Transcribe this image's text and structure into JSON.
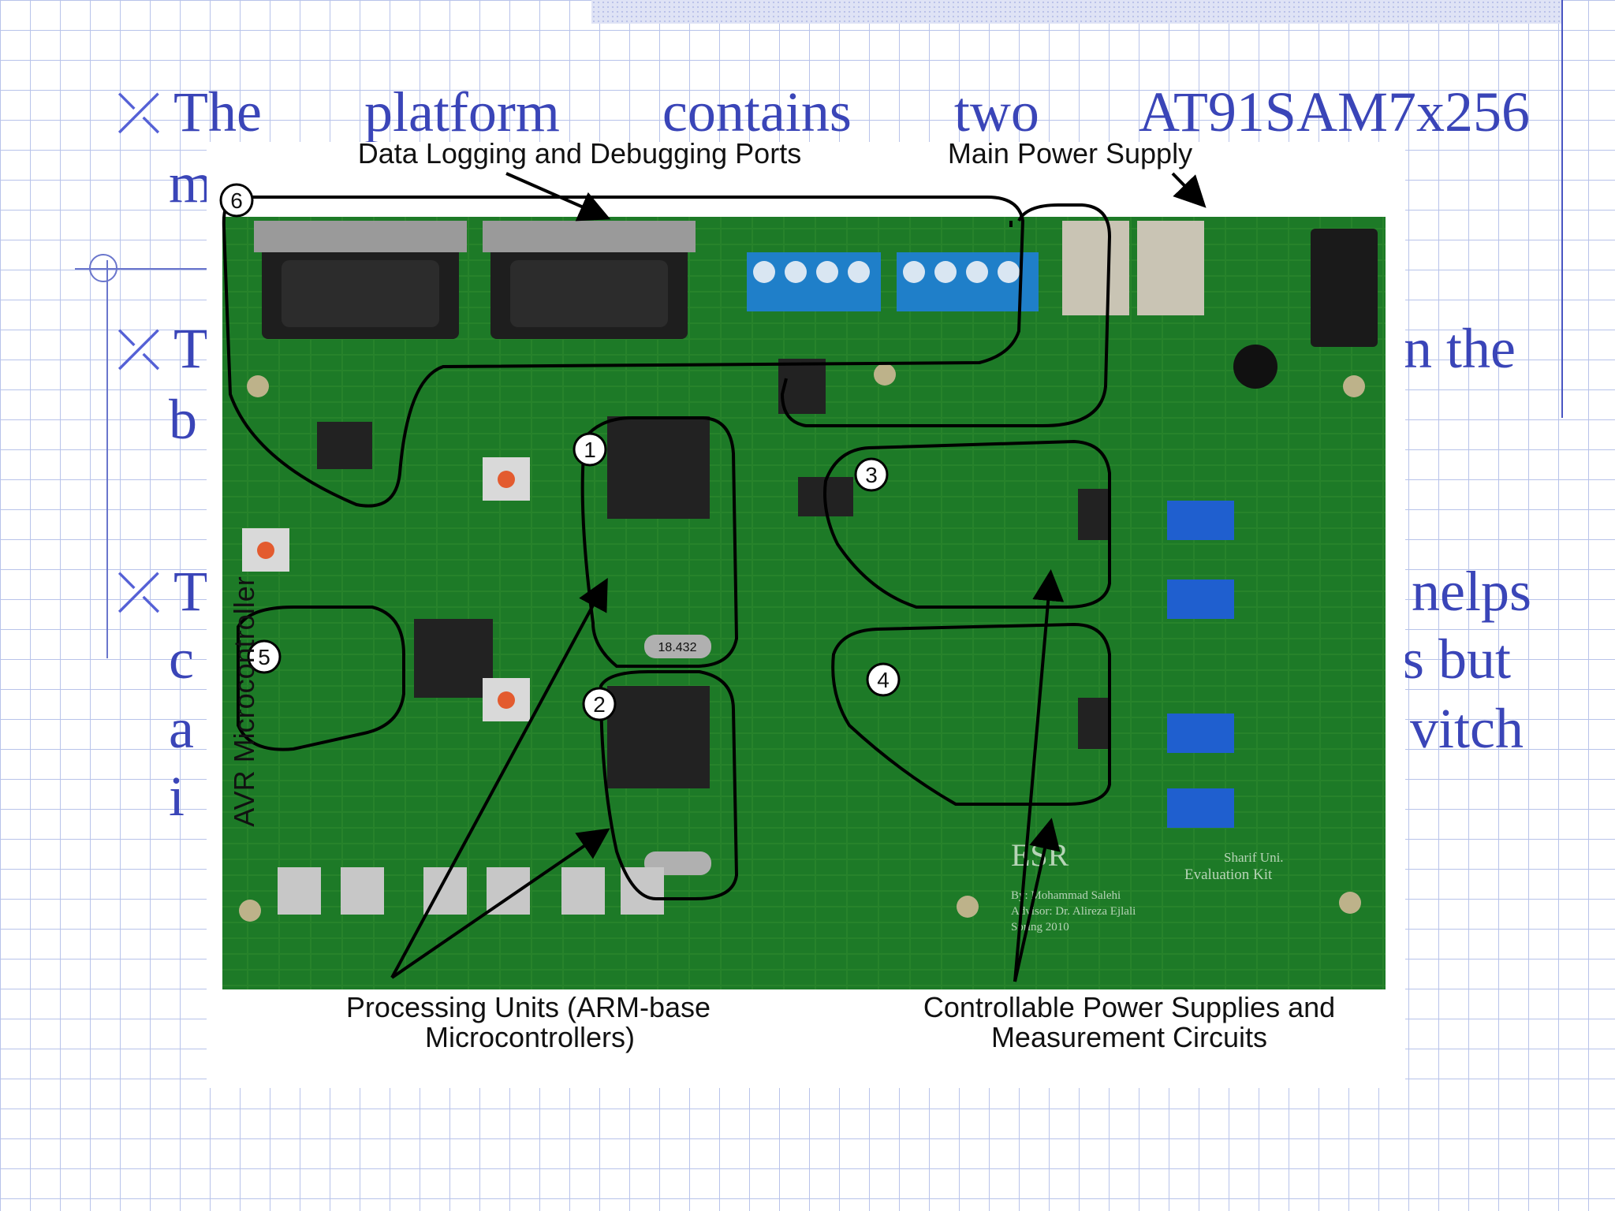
{
  "slide": {
    "bullets": [
      {
        "glyph": "⤫",
        "line1": "The platform contains two AT91SAM7x256",
        "line2_frag": "m"
      },
      {
        "glyph": "⤫",
        "frag_left": "T",
        "frag_right": "n the",
        "line2_frag": "b"
      },
      {
        "glyph": "⤫",
        "frag_left": "T",
        "frag_right": "nelps",
        "line2_left": "c",
        "line2_right": "s but",
        "line3_left": "a",
        "line3_right": "vitch",
        "line4_left": "i"
      }
    ]
  },
  "figure": {
    "labels": {
      "data_logging": "Data Logging and Debugging Ports",
      "main_power": "Main Power Supply",
      "avr": "AVR Microcontroller",
      "processing_line1": "Processing Units (ARM-base",
      "processing_line2": "Microcontrollers)",
      "power_line1": "Controllable Power Supplies and",
      "power_line2": "Measurement Circuits"
    },
    "markers": [
      "1",
      "2",
      "3",
      "4",
      "5",
      "6"
    ],
    "crystal_label": "18.432",
    "silkscreen": {
      "logo": "ESR",
      "line1": "Sharif Uni.",
      "line2": "Evaluation Kit",
      "line3": "By: Mohammad Salehi",
      "line4": "Advisor: Dr. Alireza Ejlali",
      "line5": "Spring 2010"
    }
  }
}
